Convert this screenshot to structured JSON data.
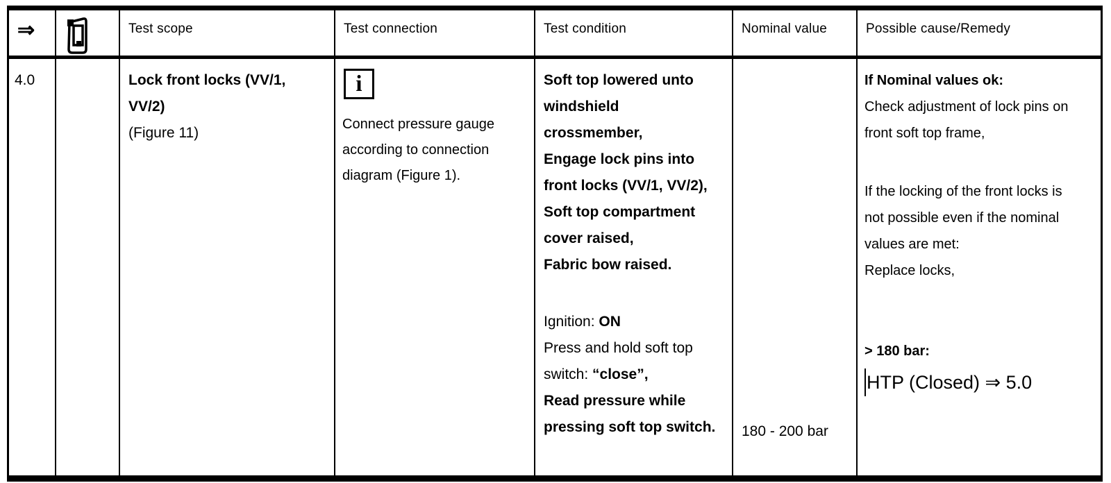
{
  "table": {
    "header": {
      "arrow": "⇒",
      "test_scope": "Test scope",
      "test_connection": "Test connection",
      "test_condition": "Test condition",
      "nominal_value": "Nominal value",
      "possible_cause": "Possible cause/Remedy"
    },
    "row": {
      "step": "4.0",
      "test_scope": {
        "title_line1": "Lock front locks (VV/1,",
        "title_line2": "VV/2)",
        "figure": "(Figure 11)"
      },
      "test_connection": {
        "info_icon_glyph": "i",
        "line1": "Connect pressure gauge",
        "line2": "according to connection",
        "line3": "diagram (Figure 1)."
      },
      "test_condition": {
        "bold_block": [
          "Soft top lowered unto",
          "windshield",
          "crossmember,",
          "Engage lock pins into",
          "front locks (VV/1, VV/2),",
          "Soft top compartment",
          "cover raised,",
          "Fabric bow raised."
        ],
        "ignition_label": "Ignition: ",
        "ignition_value": "ON",
        "press_line": "Press and hold soft top",
        "switch_label": "switch: ",
        "switch_value": "“close”,",
        "read_line1": "Read pressure while",
        "read_line2": "pressing soft top switch."
      },
      "nominal_value": "180 - 200 bar",
      "remedy": {
        "ok_heading": "If Nominal values ok:",
        "ok_line1": "Check adjustment of lock pins on",
        "ok_line2": "front soft top frame,",
        "np_line1": "If the locking of the front locks is",
        "np_line2": "not possible even if the nominal",
        "np_line3": "values are met:",
        "np_line4": "Replace locks,",
        "pressure_heading": "> 180 bar:",
        "pressure_action": "HTP (Closed) ⇒ 5.0"
      }
    }
  }
}
